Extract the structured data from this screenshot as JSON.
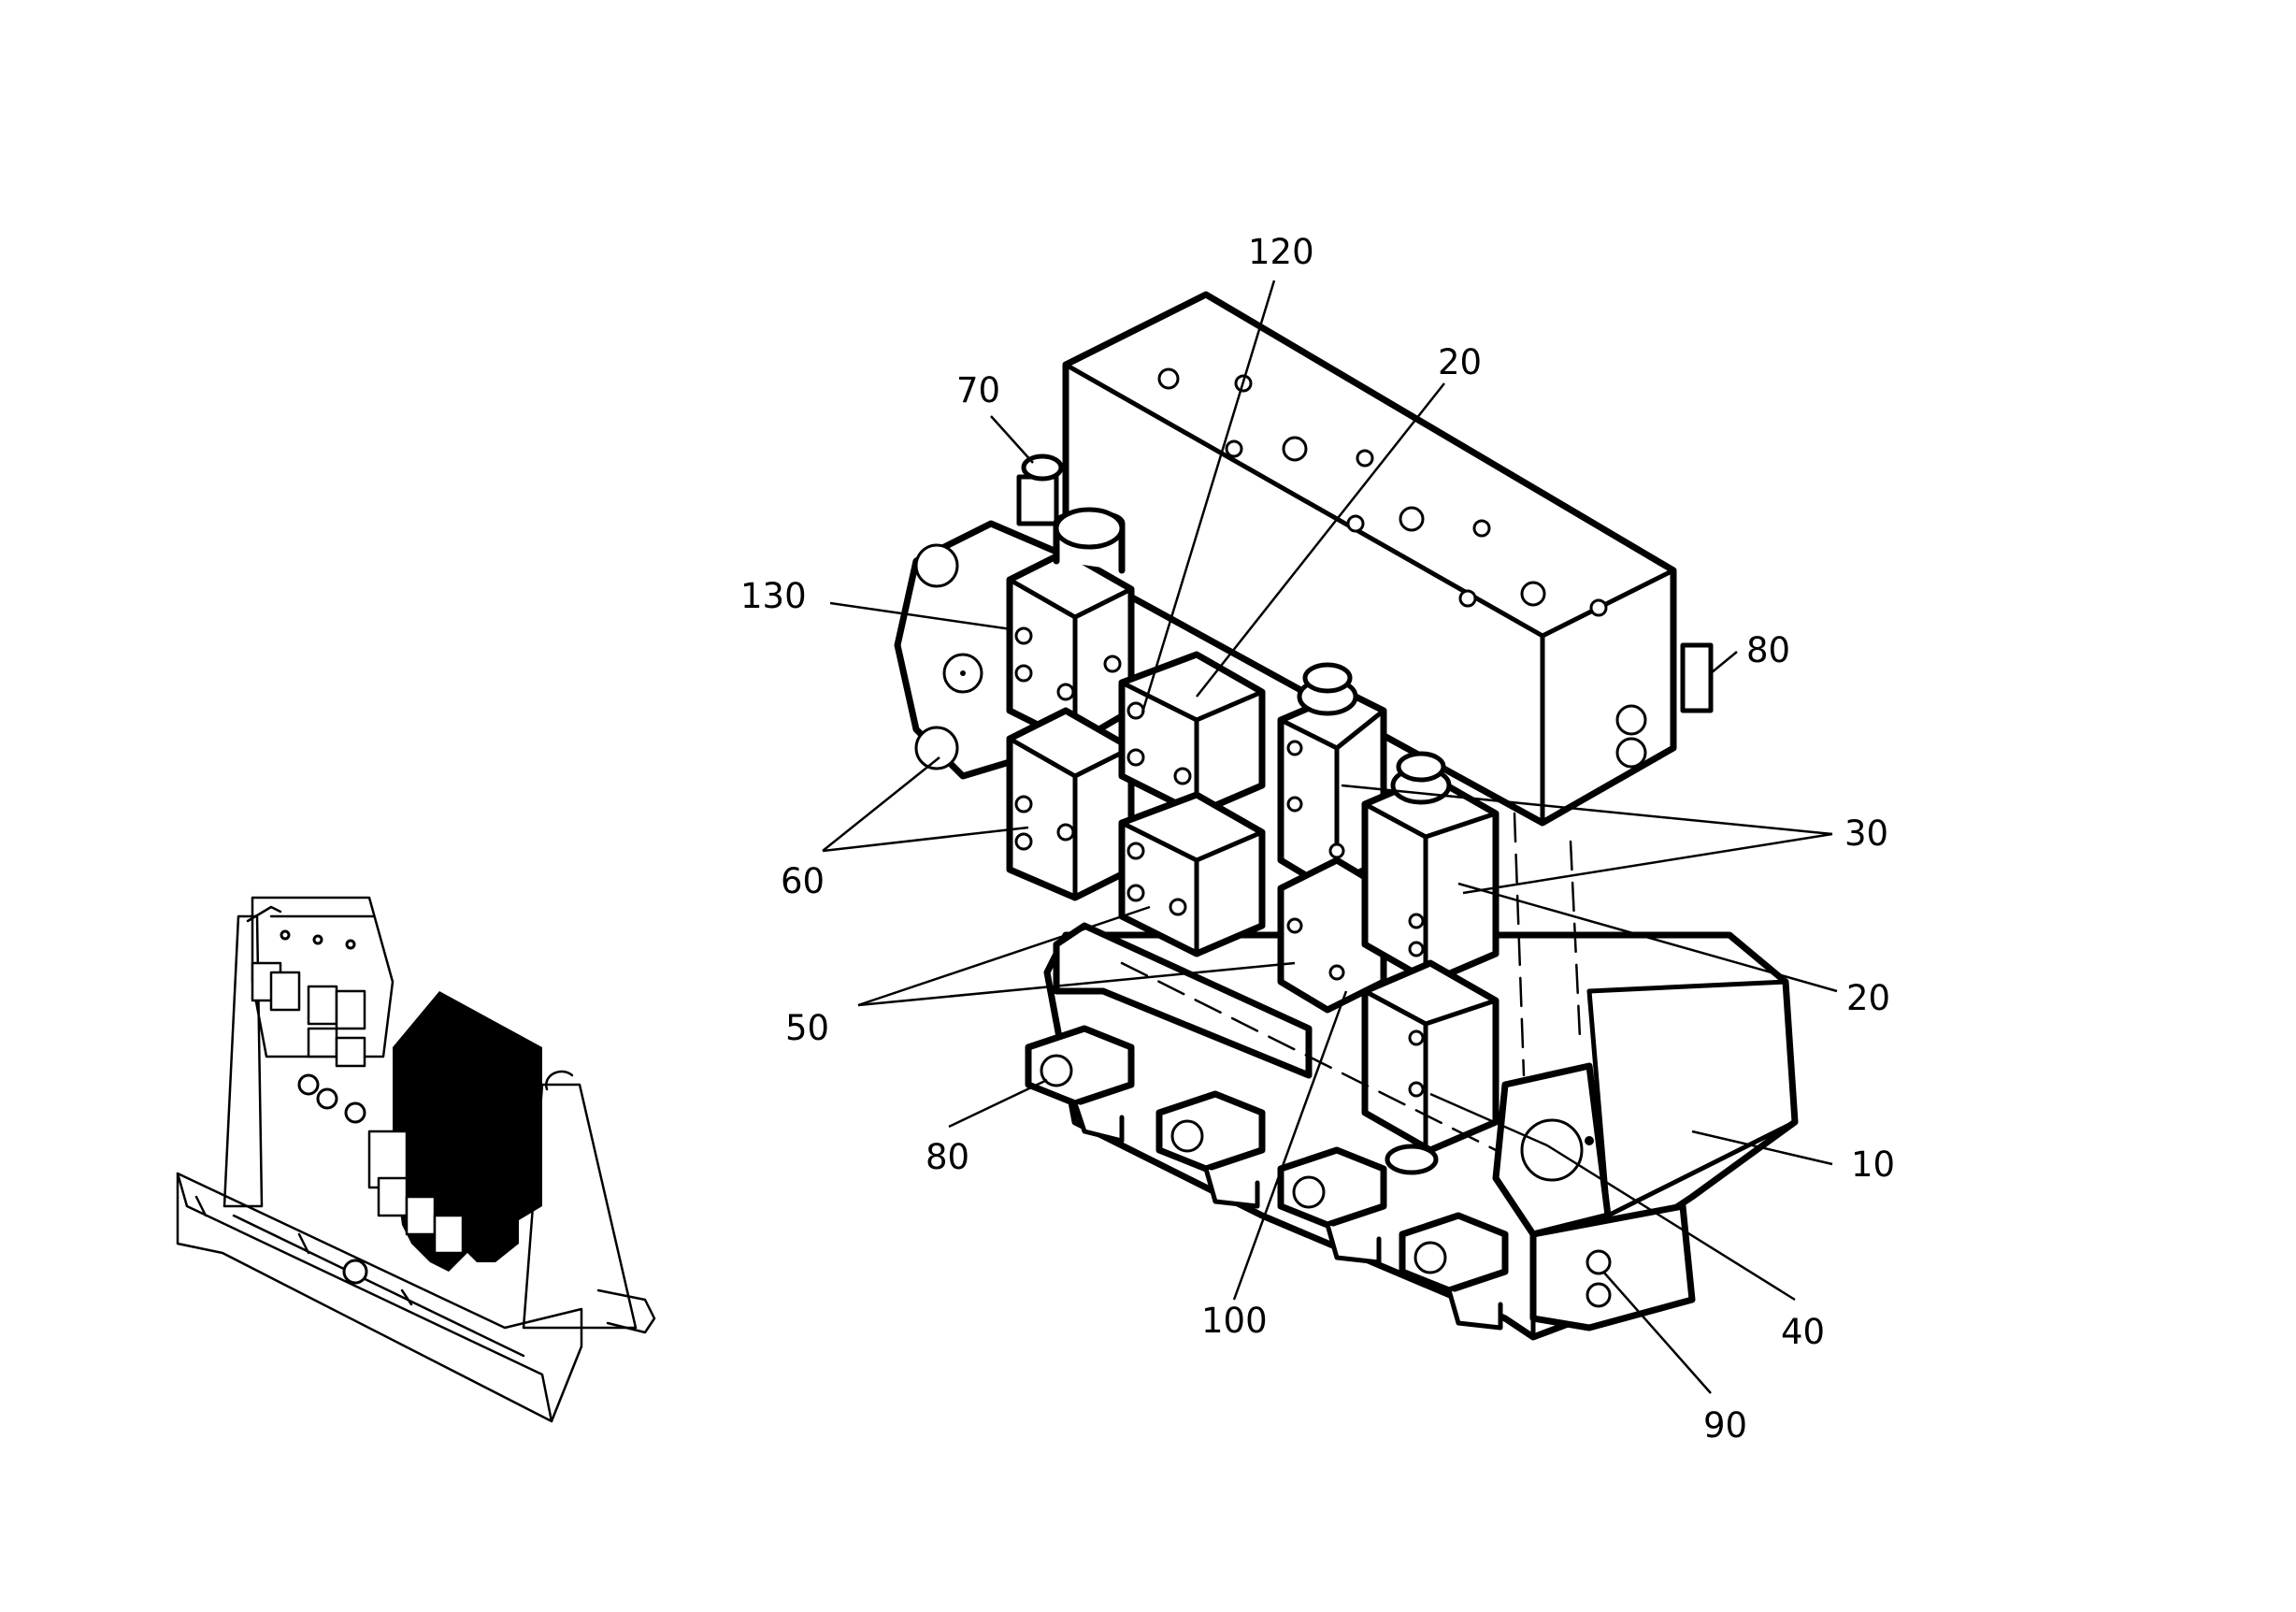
{
  "callouts": [
    {
      "id": "c120",
      "label": "120"
    },
    {
      "id": "c20a",
      "label": "20"
    },
    {
      "id": "c70",
      "label": "70"
    },
    {
      "id": "c130",
      "label": "130"
    },
    {
      "id": "c80a",
      "label": "80"
    },
    {
      "id": "c30",
      "label": "30"
    },
    {
      "id": "c60",
      "label": "60"
    },
    {
      "id": "c20b",
      "label": "20"
    },
    {
      "id": "c50",
      "label": "50"
    },
    {
      "id": "c80b",
      "label": "80"
    },
    {
      "id": "c10",
      "label": "10"
    },
    {
      "id": "c100",
      "label": "100"
    },
    {
      "id": "c40",
      "label": "40"
    },
    {
      "id": "c90",
      "label": "90"
    }
  ]
}
